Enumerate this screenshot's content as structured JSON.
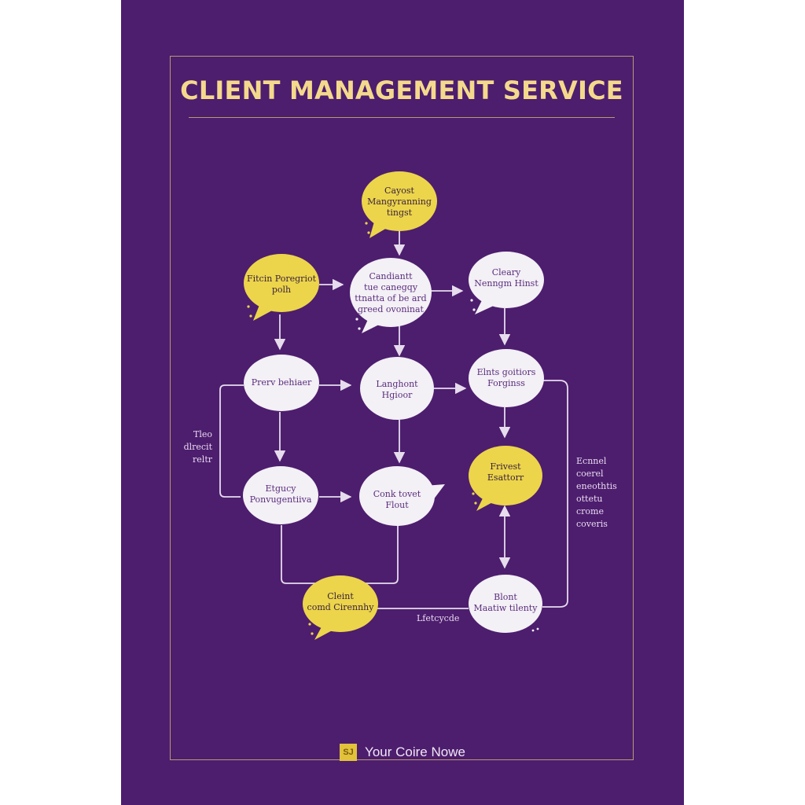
{
  "title": "CLIENT MANAGEMENT SERVICE",
  "colors": {
    "background": "#4d1d6e",
    "accent_gold": "#f4d98c",
    "yellow_node": "#ecd54a",
    "white_node": "#f3f0f6",
    "line": "#e6dced"
  },
  "nodes": [
    {
      "id": "n1",
      "shape": "speech-bubble",
      "color": "yellow",
      "lines": [
        "Cayost",
        "Mangyranning",
        "tingst"
      ]
    },
    {
      "id": "n2",
      "shape": "speech-bubble",
      "color": "yellow",
      "lines": [
        "Fitcin Poregriot",
        "polh"
      ]
    },
    {
      "id": "n3",
      "shape": "speech-bubble",
      "color": "white",
      "lines": [
        "Candiantt",
        "tue canegqy",
        "ttnatta of be ard",
        "greed ovoninat"
      ]
    },
    {
      "id": "n4",
      "shape": "speech-bubble",
      "color": "white",
      "lines": [
        "Cleary",
        "Nenngm Hinst"
      ]
    },
    {
      "id": "n5",
      "shape": "ellipse",
      "color": "white",
      "lines": [
        "Prerv behiaer"
      ]
    },
    {
      "id": "n6",
      "shape": "ellipse",
      "color": "white",
      "lines": [
        "Langhont",
        "Hgioor"
      ]
    },
    {
      "id": "n7",
      "shape": "ellipse",
      "color": "white",
      "lines": [
        "Elnts goitiors",
        "Forginss"
      ]
    },
    {
      "id": "n8",
      "shape": "speech-bubble",
      "color": "yellow",
      "lines": [
        "Frivest",
        "Esattorr"
      ]
    },
    {
      "id": "n9",
      "shape": "ellipse",
      "color": "white",
      "lines": [
        "Etgucy",
        "Ponvugentiiva"
      ]
    },
    {
      "id": "n10",
      "shape": "speech-bubble",
      "color": "white",
      "lines": [
        "Conk tovet",
        "Flout"
      ]
    },
    {
      "id": "n11",
      "shape": "speech-bubble",
      "color": "yellow",
      "lines": [
        "Cleint",
        "comd Cirennhy"
      ]
    },
    {
      "id": "n12",
      "shape": "ellipse",
      "color": "white",
      "lines": [
        "Blont",
        "Maatiw tilenty"
      ]
    }
  ],
  "side_labels": {
    "left": [
      "Tleo",
      "dlrecit",
      "reltr"
    ],
    "right": [
      "Ecnnel",
      "coerel",
      "eneothtis",
      "ottetu",
      "crome",
      "coveris"
    ],
    "bottom": "Lfetcycde"
  },
  "footer": {
    "logo_text": "SJ",
    "text": "Your Coire Nowe"
  }
}
